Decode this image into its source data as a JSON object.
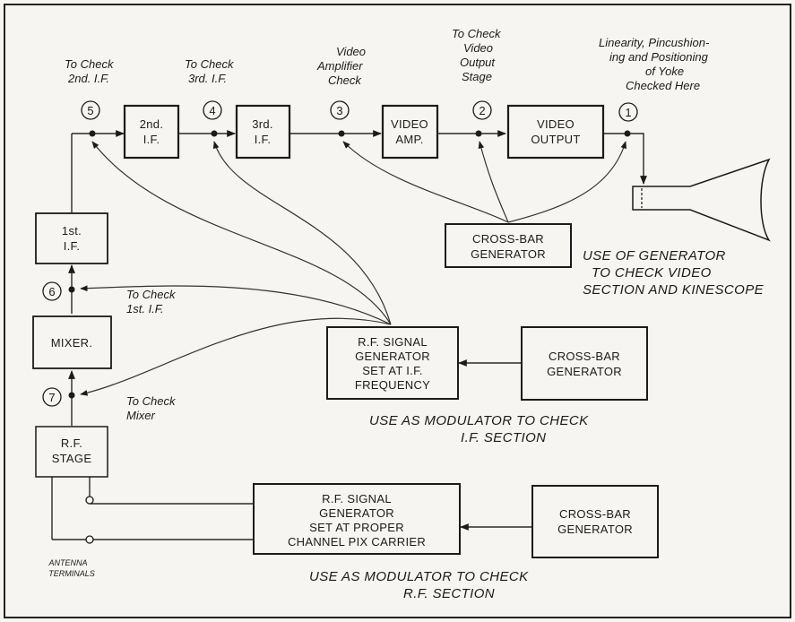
{
  "blocks": {
    "second_if": [
      "2nd.",
      "I.F."
    ],
    "third_if": [
      "3rd.",
      "I.F."
    ],
    "video_amp": [
      "VIDEO",
      "AMP."
    ],
    "video_output": [
      "VIDEO",
      "OUTPUT"
    ],
    "first_if": [
      "1st.",
      "I.F."
    ],
    "mixer": [
      "MIXER."
    ],
    "rf_stage": [
      "R.F.",
      "STAGE"
    ],
    "crossbar_top": [
      "CROSS-BAR",
      "GENERATOR"
    ],
    "rf_gen_if": [
      "R.F. SIGNAL",
      "GENERATOR",
      "SET AT I.F.",
      "FREQUENCY"
    ],
    "crossbar_mid": [
      "CROSS-BAR",
      "GENERATOR"
    ],
    "rf_gen_pix": [
      "R.F. SIGNAL",
      "GENERATOR",
      "SET AT PROPER",
      "CHANNEL PIX CARRIER"
    ],
    "crossbar_bot": [
      "CROSS-BAR",
      "GENERATOR"
    ]
  },
  "points": [
    "1",
    "2",
    "3",
    "4",
    "5",
    "6",
    "7"
  ],
  "annotations": {
    "check_2nd_if": [
      "To Check",
      "2nd. I.F."
    ],
    "check_3rd_if": [
      "To Check",
      "3rd. I.F."
    ],
    "video_amp_check": [
      "Video",
      "Amplifier",
      "Check"
    ],
    "check_video_output": [
      "To Check",
      "Video",
      "Output",
      "Stage"
    ],
    "yoke": [
      "Linearity, Pincushion-",
      "ing and Positioning",
      "of Yoke",
      "Checked Here"
    ],
    "check_1st_if": [
      "To Check",
      "1st. I.F."
    ],
    "check_mixer": [
      "To Check",
      "Mixer"
    ],
    "antenna": [
      "ANTENNA",
      "TERMINALS"
    ]
  },
  "captions": {
    "video": [
      "USE OF GENERATOR",
      "TO CHECK VIDEO",
      "SECTION AND KINESCOPE"
    ],
    "if": [
      "USE AS MODULATOR TO CHECK",
      "I.F. SECTION"
    ],
    "rf": [
      "USE AS MODULATOR TO CHECK",
      "R.F. SECTION"
    ]
  }
}
